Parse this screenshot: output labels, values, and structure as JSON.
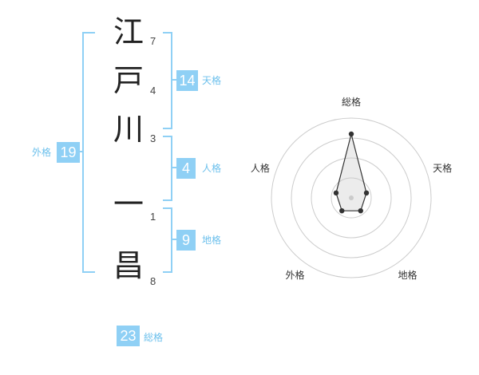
{
  "name_chars": [
    {
      "char": "江",
      "strokes": "7"
    },
    {
      "char": "戸",
      "strokes": "4"
    },
    {
      "char": "川",
      "strokes": "3"
    },
    {
      "char": "一",
      "strokes": "1"
    },
    {
      "char": "昌",
      "strokes": "8"
    }
  ],
  "fortunes": {
    "tenkaku": {
      "value": "14",
      "label": "天格"
    },
    "jinkaku": {
      "value": "4",
      "label": "人格"
    },
    "chikaku": {
      "value": "9",
      "label": "地格"
    },
    "gaikaku": {
      "value": "19",
      "label": "外格"
    },
    "soukaku": {
      "value": "23",
      "label": "総格"
    }
  },
  "colors": {
    "accent": "#8fd0f5",
    "accent_text": "#6cc0ec"
  },
  "chart_data": {
    "type": "radar",
    "axes": [
      "総格",
      "天格",
      "地格",
      "外格",
      "人格"
    ],
    "values": [
      4,
      1,
      1,
      1,
      1
    ],
    "rmax": 5,
    "rings": 4,
    "grid": true
  }
}
